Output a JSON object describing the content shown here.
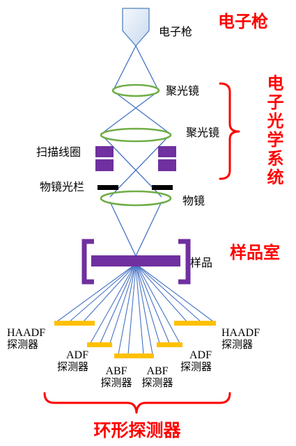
{
  "components": {
    "electron_gun": {
      "label": "电子枪"
    },
    "condenser_lens_upper": {
      "label": "聚光镜"
    },
    "condenser_lens_lower": {
      "label": "聚光镜"
    },
    "scan_coils": {
      "label": "扫描线圈"
    },
    "objective_aperture": {
      "label": "物镜光栏"
    },
    "objective_lens": {
      "label": "物镜"
    },
    "sample": {
      "label": "样品"
    }
  },
  "sections": {
    "electron_gun": "电子枪",
    "electron_optics_system": "电子光学系统",
    "sample_chamber": "样品室",
    "annular_detectors": "环形探测器"
  },
  "detectors": {
    "haadf_left": {
      "type": "HAADF",
      "name": "探测器"
    },
    "adf_left": {
      "type": "ADF",
      "name": "探测器"
    },
    "abf_left": {
      "type": "ABF",
      "name": "探测器"
    },
    "abf_right": {
      "type": "ABF",
      "name": "探测器"
    },
    "adf_right": {
      "type": "ADF",
      "name": "探测器"
    },
    "haadf_right": {
      "type": "HAADF",
      "name": "探测器"
    }
  },
  "colors": {
    "electron_beam": "#4472c4",
    "lens": "#70ad47",
    "scan_coil": "#7030a0",
    "sample": "#7030a0",
    "detector": "#ffc000",
    "aperture": "#000000",
    "highlight_red": "#ff0000",
    "gun_stroke": "#4f81bd",
    "gun_fill": "#c9daef"
  }
}
